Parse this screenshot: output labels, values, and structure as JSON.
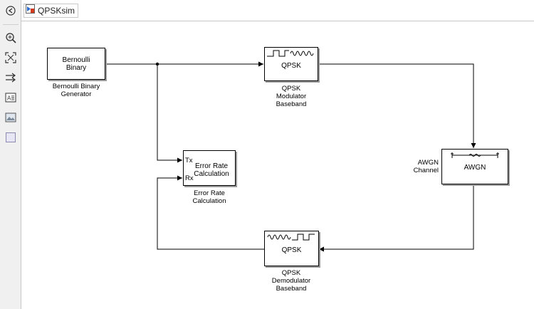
{
  "toolbar": {
    "icons": [
      "back-icon",
      "zoom-in-icon",
      "fit-view-icon",
      "signal-arrows-icon",
      "annotation-icon",
      "image-icon",
      "area-icon"
    ]
  },
  "header": {
    "model_name": "QPSKsim"
  },
  "blocks": {
    "bernoulli": {
      "text_line1": "Bernoulli",
      "text_line2": "Binary",
      "label_line1": "Bernoulli Binary",
      "label_line2": "Generator"
    },
    "modulator": {
      "text": "QPSK",
      "label_line1": "QPSK",
      "label_line2": "Modulator",
      "label_line3": "Baseband"
    },
    "awgn": {
      "text": "AWGN",
      "label_line1": "AWGN",
      "label_line2": "Channel"
    },
    "error_rate": {
      "text_line1": "Error Rate",
      "text_line2": "Calculation",
      "port_tx": "Tx",
      "port_rx": "Rx",
      "label_line1": "Error Rate",
      "label_line2": "Calculation"
    },
    "demodulator": {
      "text": "QPSK",
      "label_line1": "QPSK",
      "label_line2": "Demodulator",
      "label_line3": "Baseband"
    }
  },
  "colors": {
    "wire": "#000000",
    "block_shadow": "#9a9a9a",
    "toolbar_bg": "#f0f0f0"
  }
}
